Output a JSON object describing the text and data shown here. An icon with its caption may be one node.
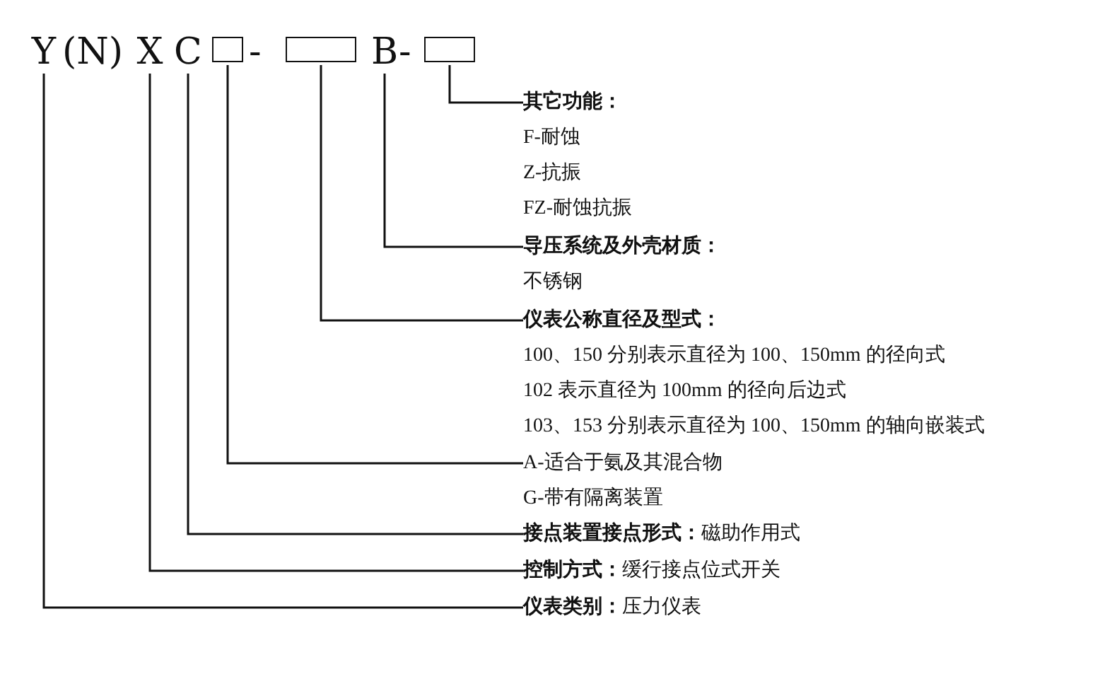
{
  "diagram": {
    "nodes": [
      {
        "text": [
          "Y"
        ]
      },
      {
        "text": [
          "X"
        ]
      },
      {
        "text": [
          "C"
        ]
      },
      {
        "text": [],
        "shape": "box"
      },
      {
        "text": [],
        "shape": "box"
      },
      {
        "text": [
          "B"
        ]
      },
      {
        "text": [],
        "shape": "box"
      },
      {
        "text": [
          "其它功能：",
          "F-耐蚀",
          "Z-抗振",
          "FZ-耐蚀抗振"
        ]
      },
      {
        "text": [
          "导压系统及外壳材质：",
          "不锈钢"
        ]
      },
      {
        "text": [
          "仪表公称直径及型式：",
          "100、150 分别表示直径为 100、150mm 的径向式",
          "102 表示直径为 100mm 的径向后边式",
          "103、153 分别表示直径为 100、150mm 的轴向嵌装式"
        ]
      },
      {
        "text": [
          "A-适合于氨及其混合物",
          "G-带有隔离装置"
        ]
      },
      {
        "text": [
          "**接点装置接点形式：**磁助作用式"
        ]
      },
      {
        "text": [
          "**控制方式：**缓行接点位式开关"
        ]
      },
      {
        "text": [
          "**仪表类别：**压力仪表"
        ]
      }
    ],
    "edges": [
      {
        "from": 6,
        "to": 7,
        "arrow": "none"
      },
      {
        "from": 5,
        "to": 8,
        "arrow": "none"
      },
      {
        "from": 4,
        "to": 9,
        "arrow": "none"
      },
      {
        "from": 3,
        "to": 10,
        "arrow": "none"
      },
      {
        "from": 2,
        "to": 11,
        "arrow": "none"
      },
      {
        "from": 1,
        "to": 12,
        "arrow": "none"
      },
      {
        "from": 0,
        "to": 13,
        "arrow": "none"
      }
    ],
    "labels": [
      "(N)",
      "-",
      "-"
    ]
  }
}
